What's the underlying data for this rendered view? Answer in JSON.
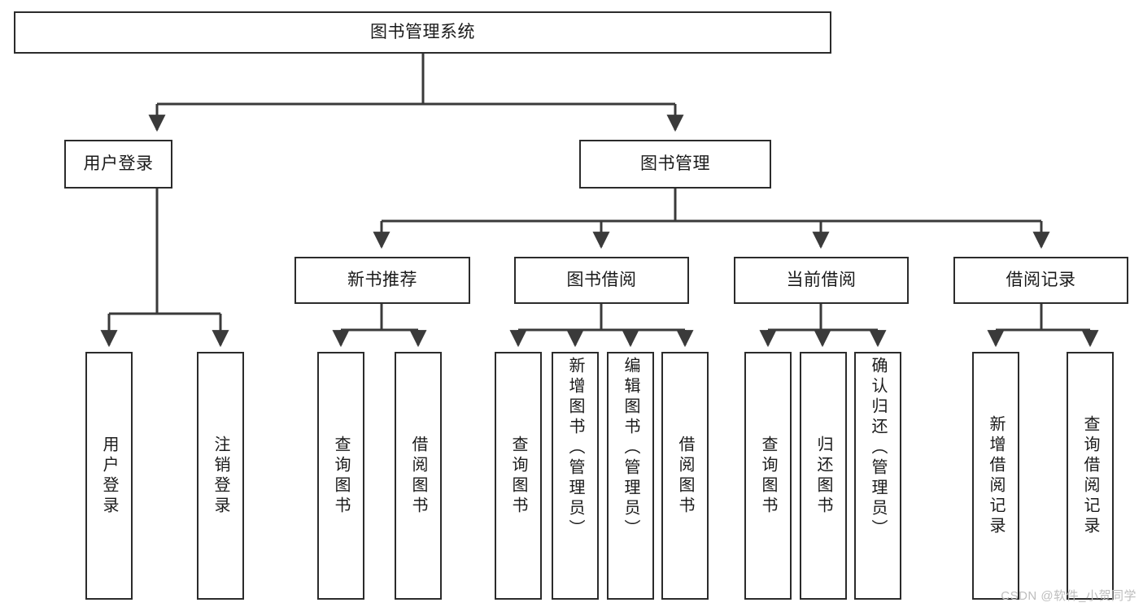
{
  "diagram": {
    "title": "图书管理系统",
    "watermark": "CSDN @软件_小贺同学",
    "colors": {
      "box_border": "#2b2b2b",
      "connector": "#3a3a3a",
      "background": "#ffffff",
      "watermark": "#bdbdbd"
    },
    "levels": {
      "root": {
        "label": "图书管理系统"
      },
      "level2": [
        {
          "label": "用户登录"
        },
        {
          "label": "图书管理"
        }
      ],
      "level3": [
        {
          "label": "新书推荐"
        },
        {
          "label": "图书借阅"
        },
        {
          "label": "当前借阅"
        },
        {
          "label": "借阅记录"
        }
      ],
      "leaves": {
        "user_login": [
          {
            "label": "用户登录"
          },
          {
            "label": "注销登录"
          }
        ],
        "new_book_recommend": [
          {
            "label": "查询图书"
          },
          {
            "label": "借阅图书"
          }
        ],
        "book_borrow": [
          {
            "label": "查询图书"
          },
          {
            "label": "新增图书（管理员）"
          },
          {
            "label": "编辑图书（管理员）"
          },
          {
            "label": "借阅图书"
          }
        ],
        "current_borrow": [
          {
            "label": "查询图书"
          },
          {
            "label": "归还图书"
          },
          {
            "label": "确认归还（管理员）"
          }
        ],
        "borrow_record": [
          {
            "label": "新增借阅记录"
          },
          {
            "label": "查询借阅记录"
          }
        ]
      }
    }
  }
}
